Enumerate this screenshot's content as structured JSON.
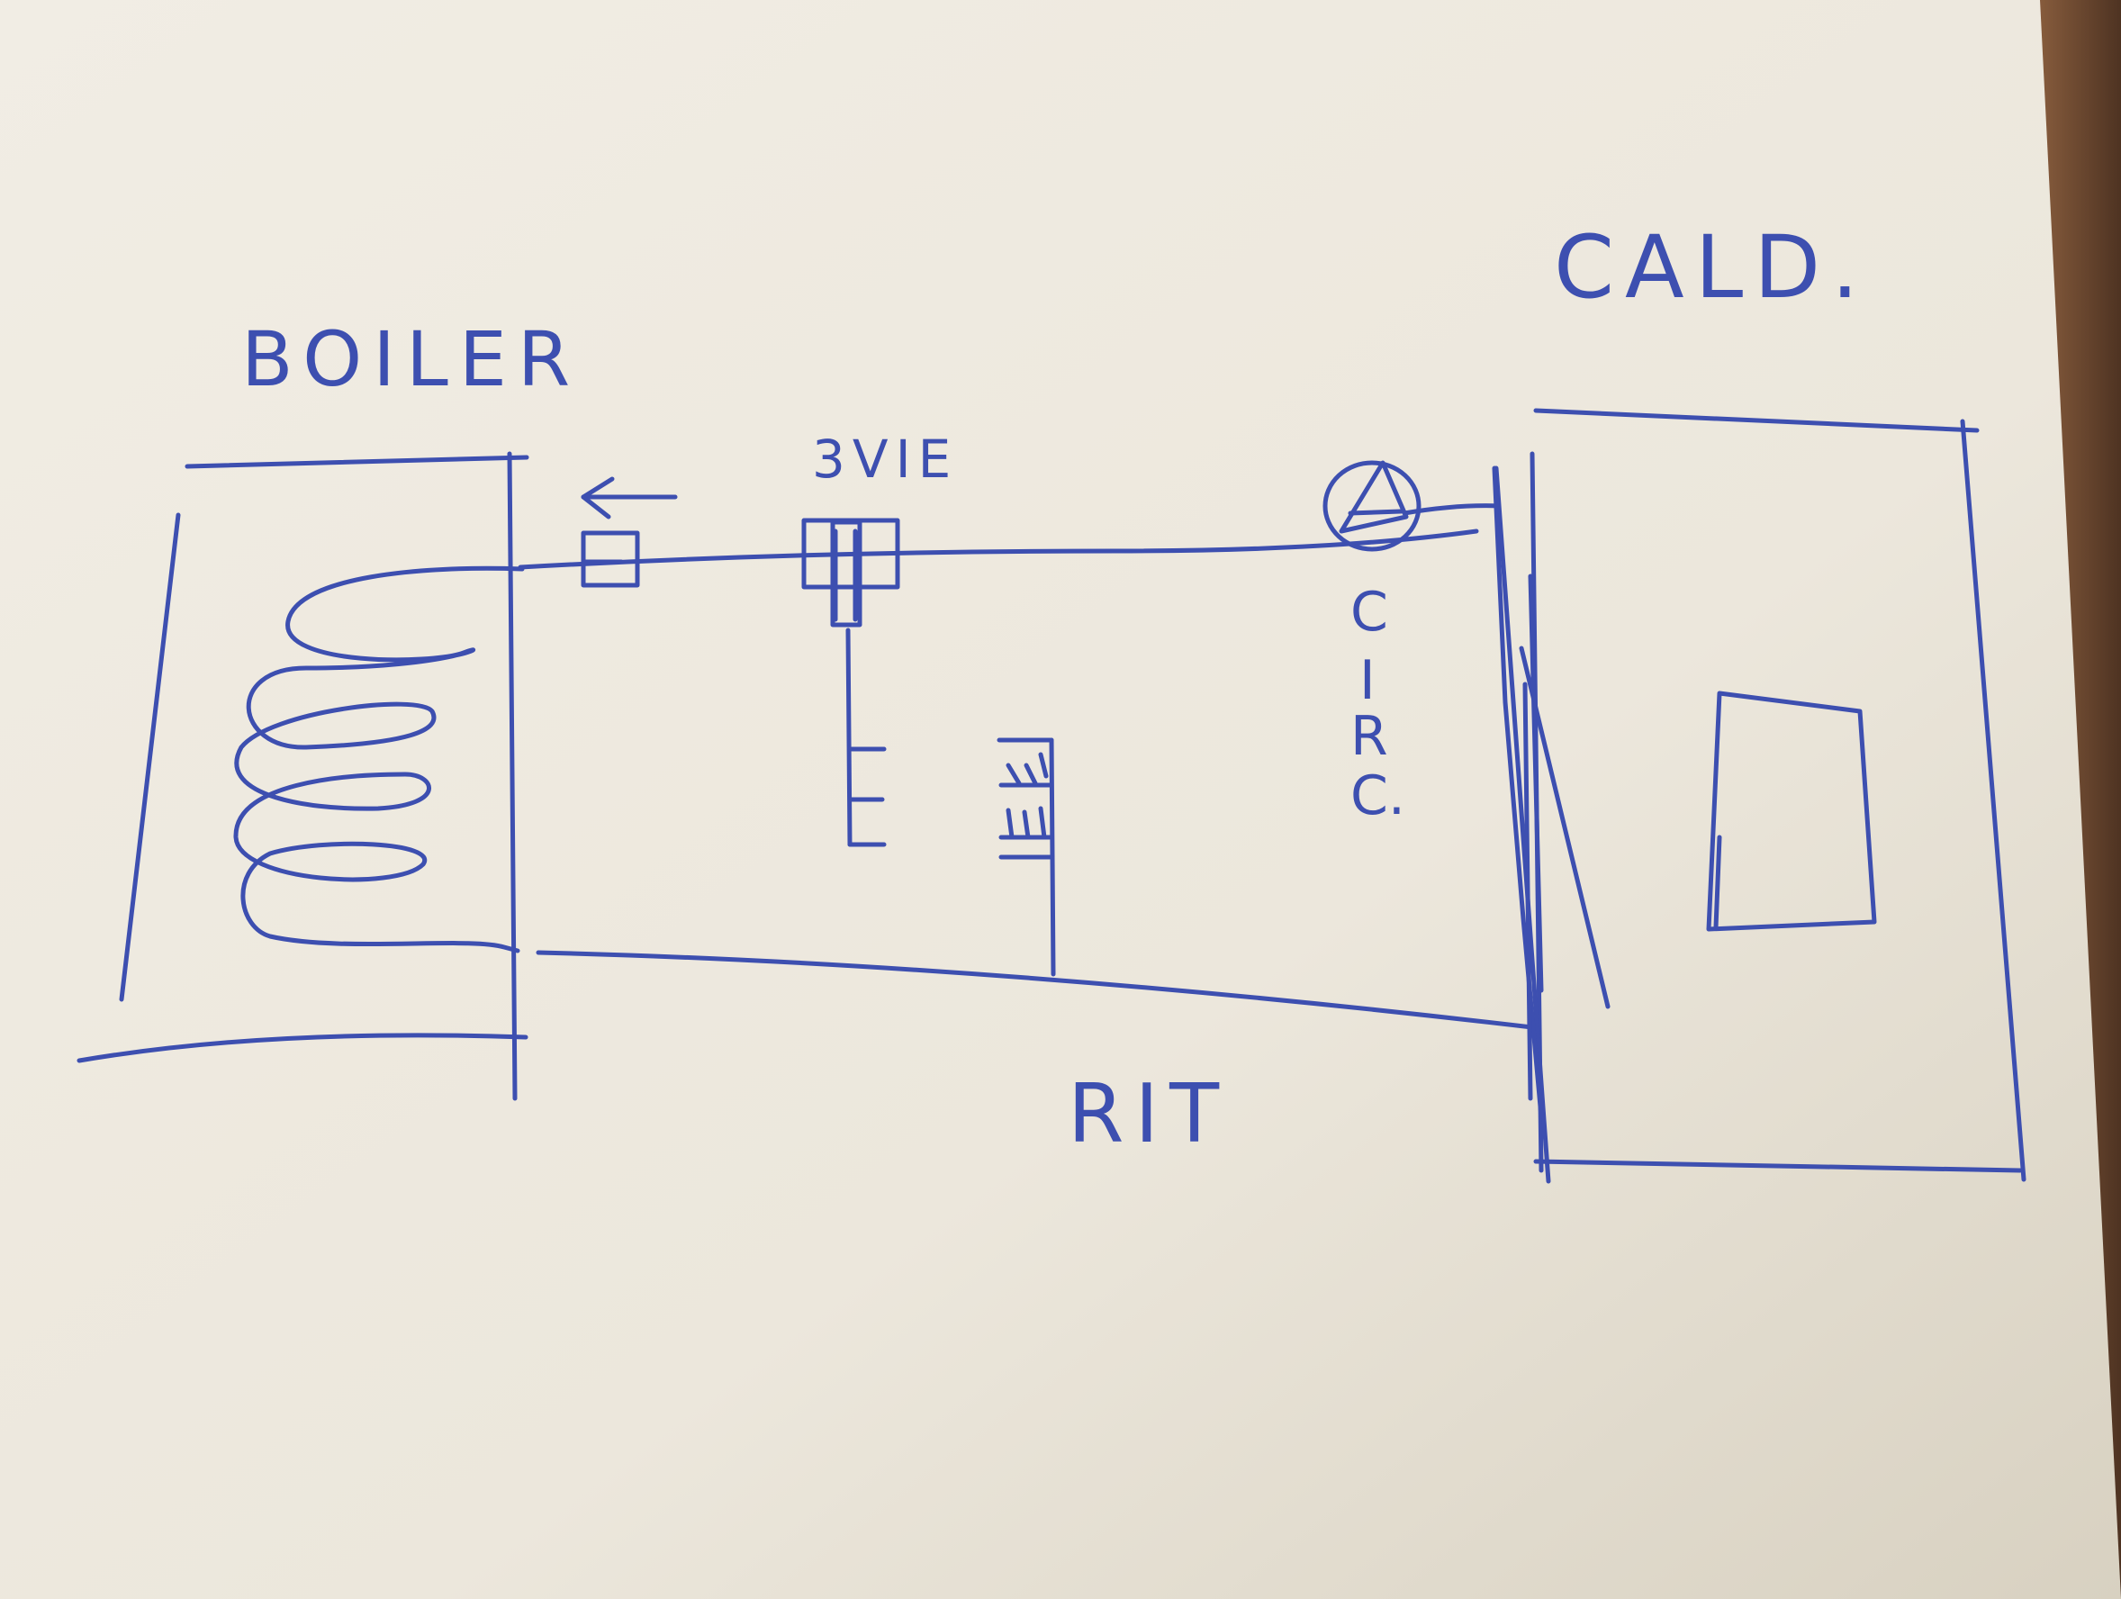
{
  "labels": {
    "boiler": "BOILER",
    "valve": "3VIE",
    "cald": "CALD.",
    "circ": [
      "C",
      "I",
      "R",
      "C."
    ],
    "return": "RIT"
  },
  "colors": {
    "ink": "#3d4fb0",
    "paper": "#efebe2",
    "wood": "#6b4a33"
  }
}
